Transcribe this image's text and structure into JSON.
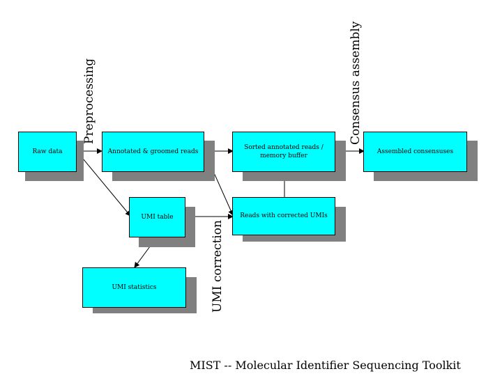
{
  "nodes": {
    "raw_data": "Raw data",
    "annotated_reads": "Annotated & groomed reads",
    "sorted_reads_line1": "Sorted annotated reads /",
    "sorted_reads_line2": "memory buffer",
    "assembled_consensuses": "Assembled consensuses",
    "umi_table": "UMI table",
    "reads_corrected": "Reads with corrected UMIs",
    "umi_statistics": "UMI statistics"
  },
  "stages": {
    "preprocessing": "Preprocessing",
    "consensus_assembly": "Consensus assembly",
    "umi_correction": "UMI correction"
  },
  "footer": "MIST -- Molecular Identifier Sequencing Toolkit",
  "colors": {
    "box_fill": "#00ffff",
    "shadow": "#808080",
    "edge": "#000000"
  }
}
